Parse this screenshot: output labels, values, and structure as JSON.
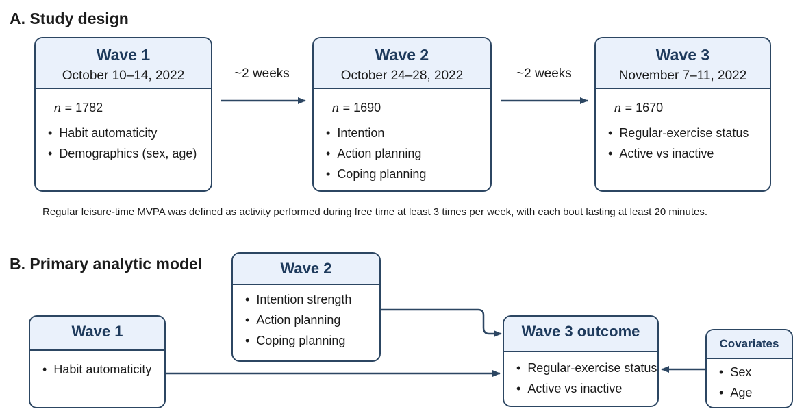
{
  "section_a": {
    "title": "A. Study design",
    "waves": [
      {
        "title": "Wave 1",
        "dates": "October 10–14, 2022",
        "n": "1782",
        "items": [
          "Habit automaticity",
          "Demographics (sex, age)"
        ]
      },
      {
        "title": "Wave 2",
        "dates": "October 24–28, 2022",
        "n": "1690",
        "items": [
          "Intention",
          "Action planning",
          "Coping planning"
        ]
      },
      {
        "title": "Wave 3",
        "dates": "November 7–11, 2022",
        "n": "1670",
        "items": [
          "Regular-exercise status",
          "Active vs inactive"
        ]
      }
    ],
    "n_symbol": "n",
    "n_eq": " = ",
    "arrow_labels": [
      "~2 weeks",
      "~2 weeks"
    ],
    "note": "Regular leisure-time MVPA was defined as activity performed during free time at least 3 times per week, with each bout lasting at least 20 minutes."
  },
  "section_b": {
    "title": "B. Primary analytic model",
    "wave2": {
      "title": "Wave 2",
      "items": [
        "Intention strength",
        "Action planning",
        "Coping planning"
      ]
    },
    "wave1": {
      "title": "Wave 1",
      "items": [
        "Habit automaticity"
      ]
    },
    "outcome": {
      "title": "Wave 3 outcome",
      "items": [
        "Regular-exercise status",
        "Active vs inactive"
      ]
    },
    "covariates": {
      "title": "Covariates",
      "items": [
        "Sex",
        "Age"
      ]
    }
  },
  "colors": {
    "border": "#2c4662",
    "header_fill": "#eaf1fb",
    "title_text": "#1e3a5c"
  }
}
